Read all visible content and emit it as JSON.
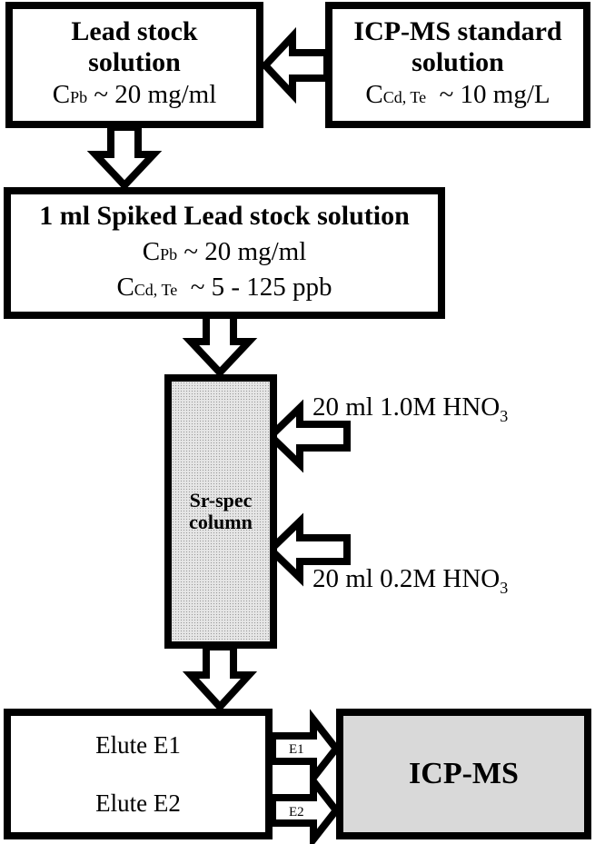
{
  "diagram": {
    "lead_stock": {
      "title_line1": "Lead stock",
      "title_line2": "solution",
      "conc_prefix": "C",
      "conc_sub": "Pb",
      "conc_value": " ~ 20 mg/ml"
    },
    "icp_standard": {
      "title_line1": "ICP-MS standard",
      "title_line2": "solution",
      "conc_prefix": "C",
      "conc_sub": "Cd, Te",
      "conc_value": "  ~ 10 mg/L"
    },
    "spiked": {
      "title": "1 ml Spiked Lead stock solution",
      "pb_prefix": "C",
      "pb_sub": "Pb",
      "pb_value": " ~ 20 mg/ml",
      "cdte_prefix": "C",
      "cdte_sub": "Cd, Te",
      "cdte_value": "  ~ 5 - 125 ppb"
    },
    "column": {
      "line1": "Sr-spec",
      "line2": "column"
    },
    "reagents": [
      {
        "text": "20 ml 1.0M HNO",
        "sub": "3"
      },
      {
        "text": "20 ml 0.2M HNO",
        "sub": "3"
      }
    ],
    "elutes": {
      "e1": "Elute E1",
      "e2": "Elute E2",
      "arrow_e1": "E1",
      "arrow_e2": "E2"
    },
    "icpms": {
      "label": "ICP-MS",
      "fill": "#d9d9d9"
    }
  }
}
